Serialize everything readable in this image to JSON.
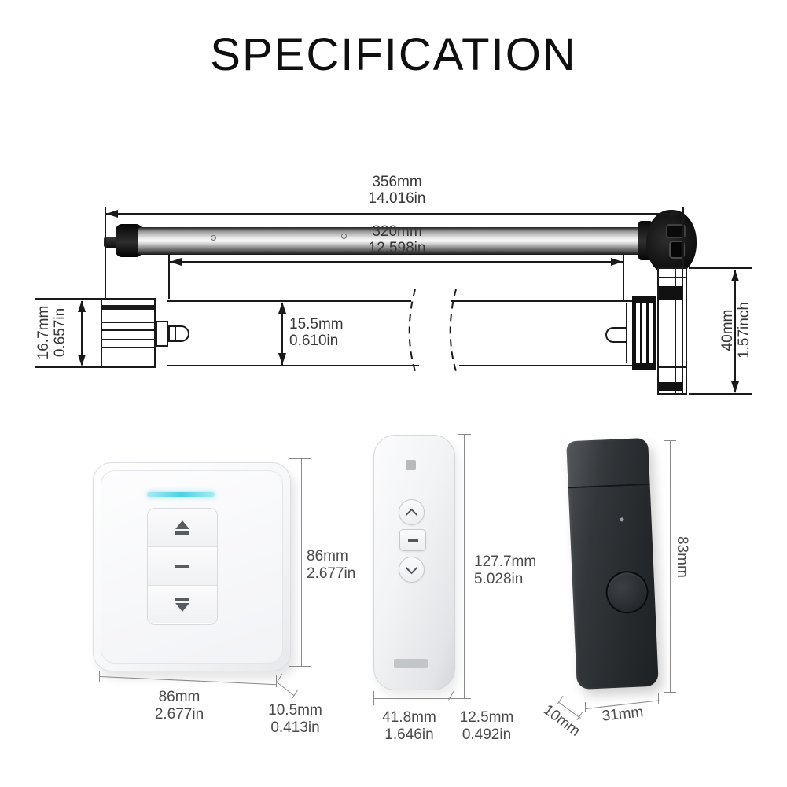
{
  "title": "SPECIFICATION",
  "drawing": {
    "total_length": {
      "mm": "356mm",
      "inch": "14.016in"
    },
    "tube_length": {
      "mm": "320mm",
      "inch": "12.598in"
    },
    "left_end": {
      "mm": "16.7mm",
      "inch": "0.657in"
    },
    "shaft": {
      "mm": "15.5mm",
      "inch": "0.610in"
    },
    "head": {
      "mm": "40mm",
      "inch": "1.57inch"
    }
  },
  "wall_switch": {
    "height": {
      "mm": "86mm",
      "inch": "2.677in"
    },
    "width": {
      "mm": "86mm",
      "inch": "2.677in"
    },
    "depth": {
      "mm": "10.5mm",
      "inch": "0.413in"
    }
  },
  "remote": {
    "height": {
      "mm": "127.7mm",
      "inch": "5.028in"
    },
    "width": {
      "mm": "41.8mm",
      "inch": "1.646in"
    },
    "depth": {
      "mm": "12.5mm",
      "inch": "0.492in"
    }
  },
  "bridge": {
    "height": "83mm",
    "width": "31mm",
    "depth": "10mm"
  },
  "colors": {
    "led_strip": "#4cd2e2",
    "drawing_line": "#1a1a1a",
    "dim_line_gray": "#8a8a8a",
    "label_text": "#4b4b4b"
  }
}
